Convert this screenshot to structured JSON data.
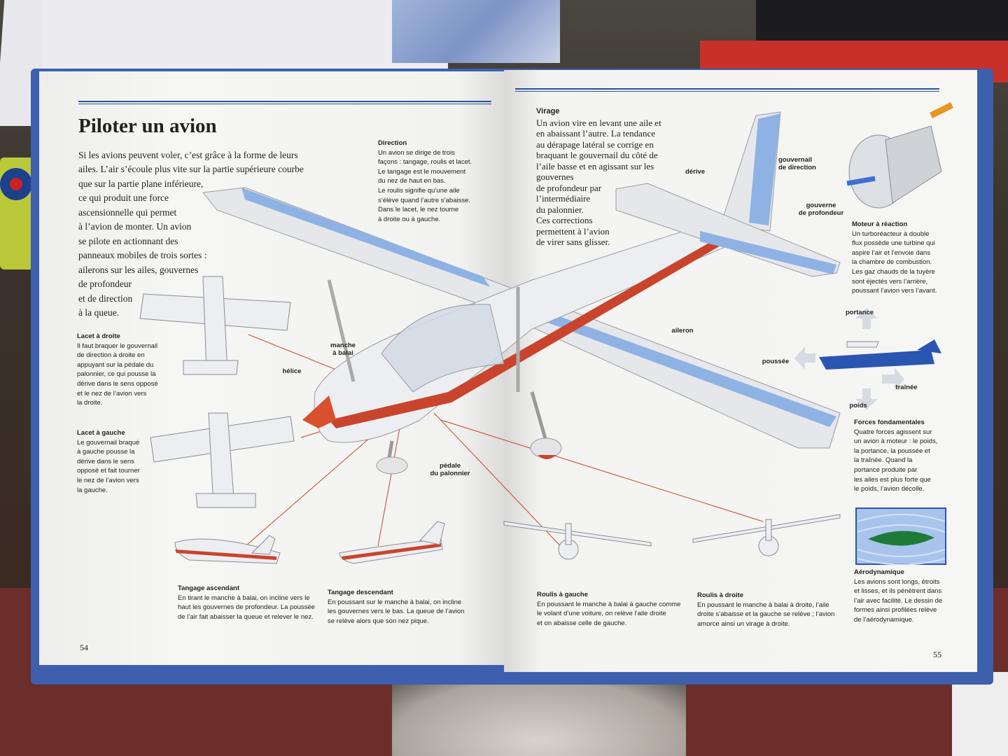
{
  "left_page": {
    "title": "Piloter un avion",
    "intro_lines": [
      "Si les avions peuvent voler, c’est grâce à la forme de leurs",
      "ailes. L’air s’écoule plus vite sur la partie supérieure courbe",
      "que sur la partie plane inférieure,",
      "ce qui produit une force",
      "ascensionnelle qui permet",
      "à l’avion de monter. Un avion",
      "se pilote en actionnant des",
      "panneaux mobiles de trois sortes :",
      "ailerons sur les ailes, gouvernes",
      "de profondeur",
      "et de direction",
      "à la queue."
    ],
    "direction": {
      "heading": "Direction",
      "lines": [
        "Un avion se dirige de trois",
        "façons : tangage, roulis et lacet.",
        "Le tangage est le mouvement",
        "du nez de haut en bas.",
        "Le roulis signifie qu’une aile",
        "s’élève quand l’autre s’abaisse.",
        "Dans le lacet, le nez tourne",
        "à droite ou à gauche."
      ]
    },
    "lacet_droite": {
      "heading": "Lacet à droite",
      "lines": [
        "Il faut braquer le gouvernail",
        "de direction à droite en",
        "appuyant sur la pédale du",
        "palonnier, ce qui pousse la",
        "dérive dans le sens opposé",
        "et le nez de l’avion vers",
        "la droite."
      ]
    },
    "lacet_gauche": {
      "heading": "Lacet à gauche",
      "lines": [
        "Le gouvernail braqué",
        "à gauche pousse la",
        "dérive dans le sens",
        "opposé et fait tourner",
        "le nez de l’avion vers",
        "la gauche."
      ]
    },
    "tangage_ascendant": {
      "heading": "Tangage ascendant",
      "lines": [
        "En tirant le manche à balai, on incline vers le",
        "haut les gouvernes de profondeur. La poussée",
        "de l’air fait abaisser la queue et relever le nez."
      ]
    },
    "tangage_descendant": {
      "heading": "Tangage descendant",
      "lines": [
        "En poussant sur le manche à balai, on incline",
        "les gouvernes vers le bas. La queue de l’avion",
        "se relève alors que son nez pique."
      ]
    },
    "labels": {
      "manche": "manche\nà balai",
      "helice": "hélice",
      "pedale": "pédale\ndu palonnier"
    },
    "page_number": "54"
  },
  "right_page": {
    "virage": {
      "heading": "Virage",
      "lines": [
        "Un avion vire en levant une aile et",
        "en abaissant l’autre. La tendance",
        "au dérapage latéral se corrige en",
        "braquant le gouvernail du côté de",
        "l’aile basse et en agissant sur les",
        "gouvernes",
        "de profondeur par",
        "l’intermédiaire",
        "du palonnier.",
        "Ces corrections",
        "permettent à l’avion",
        "de virer sans glisser."
      ]
    },
    "labels": {
      "derive": "dérive",
      "gouvernail": "gouvernail\nde direction",
      "gouverne": "gouverne\nde profondeur",
      "aileron": "aileron",
      "portance": "portance",
      "poussee": "poussée",
      "trainee": "traînée",
      "poids": "poids"
    },
    "moteur": {
      "heading": "Moteur à réaction",
      "lines": [
        "Un turboréacteur à double",
        "flux possède une turbine qui",
        "aspire l’air et l’envoie dans",
        "la chambre de combustion.",
        "Les gaz chauds de la tuyère",
        "sont éjectés vers l’arrière,",
        "poussant l’avion vers l’avant."
      ]
    },
    "forces": {
      "heading": "Forces fondamentales",
      "lines": [
        "Quatre forces agissent sur",
        "un avion à moteur : le poids,",
        "la portance, la poussée et",
        "la traînée. Quand la",
        "portance produite par",
        "les ailes est plus forte que",
        "le poids, l’avion décolle."
      ]
    },
    "aero": {
      "heading": "Aérodynamique",
      "lines": [
        "Les avions sont longs, étroits",
        "et lisses, et ils pénètrent dans",
        "l’air avec facilité. Le dessin de",
        "formes ainsi profilées relève",
        "de l’aérodynamique."
      ]
    },
    "roulis_gauche": {
      "heading": "Roulis à gauche",
      "lines": [
        "En poussant le manche à balai à gauche comme",
        "le volant d’une voiture, on relève l’aile droite",
        "et on abaisse celle de gauche."
      ]
    },
    "roulis_droite": {
      "heading": "Roulis à droite",
      "lines": [
        "En poussant le manche à balai à droite, l’aile",
        "droite s’abaisse et la gauche se relève ; l’avion",
        "amorce ainsi un virage à droite."
      ]
    },
    "page_number": "55"
  },
  "colors": {
    "rule_blue": "#2d4f99",
    "accent_red": "#c9442c",
    "aileron_blue": "#8fb2e4"
  }
}
